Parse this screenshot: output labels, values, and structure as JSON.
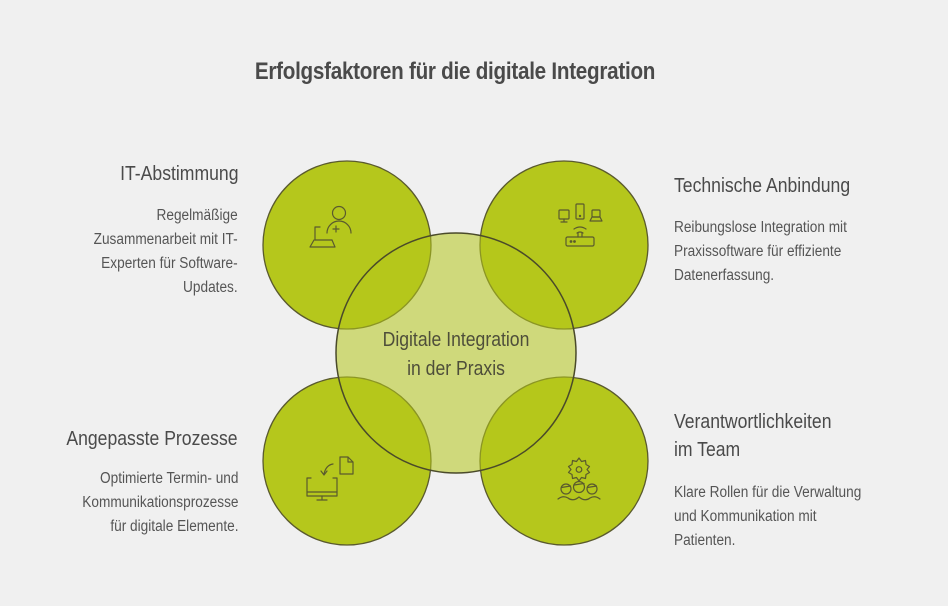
{
  "title": "Erfolgsfaktoren für die digitale Integration",
  "center": {
    "line1": "Digitale Integration",
    "line2": "in der Praxis"
  },
  "colors": {
    "background": "#f0f0f0",
    "circle_fill": "#b5c71c",
    "circle_stroke": "#5a5a2e",
    "text": "#4a4a4a"
  },
  "factors": [
    {
      "position": "top-left",
      "icon": "it-support-person-laptop-icon",
      "title": "IT-Abstimmung",
      "desc_lines": [
        "Regelmäßige",
        "Zusammenarbeit mit IT-",
        "Experten für Software-",
        "Updates."
      ]
    },
    {
      "position": "top-right",
      "icon": "connected-devices-router-icon",
      "title": "Technische Anbindung",
      "desc_lines": [
        "Reibungslose Integration mit",
        "Praxissoftware für effiziente",
        "Datenerfassung."
      ]
    },
    {
      "position": "bottom-left",
      "icon": "document-to-monitor-icon",
      "title": "Angepasste Prozesse",
      "desc_lines": [
        "Optimierte Termin- und",
        "Kommunikationsprozesse",
        "für digitale Elemente."
      ]
    },
    {
      "position": "bottom-right",
      "icon": "team-gear-icon",
      "title_lines": [
        "Verantwortlichkeiten",
        "im Team"
      ],
      "desc_lines": [
        "Klare Rollen für die Verwaltung",
        "und Kommunikation mit",
        "Patienten."
      ]
    }
  ]
}
